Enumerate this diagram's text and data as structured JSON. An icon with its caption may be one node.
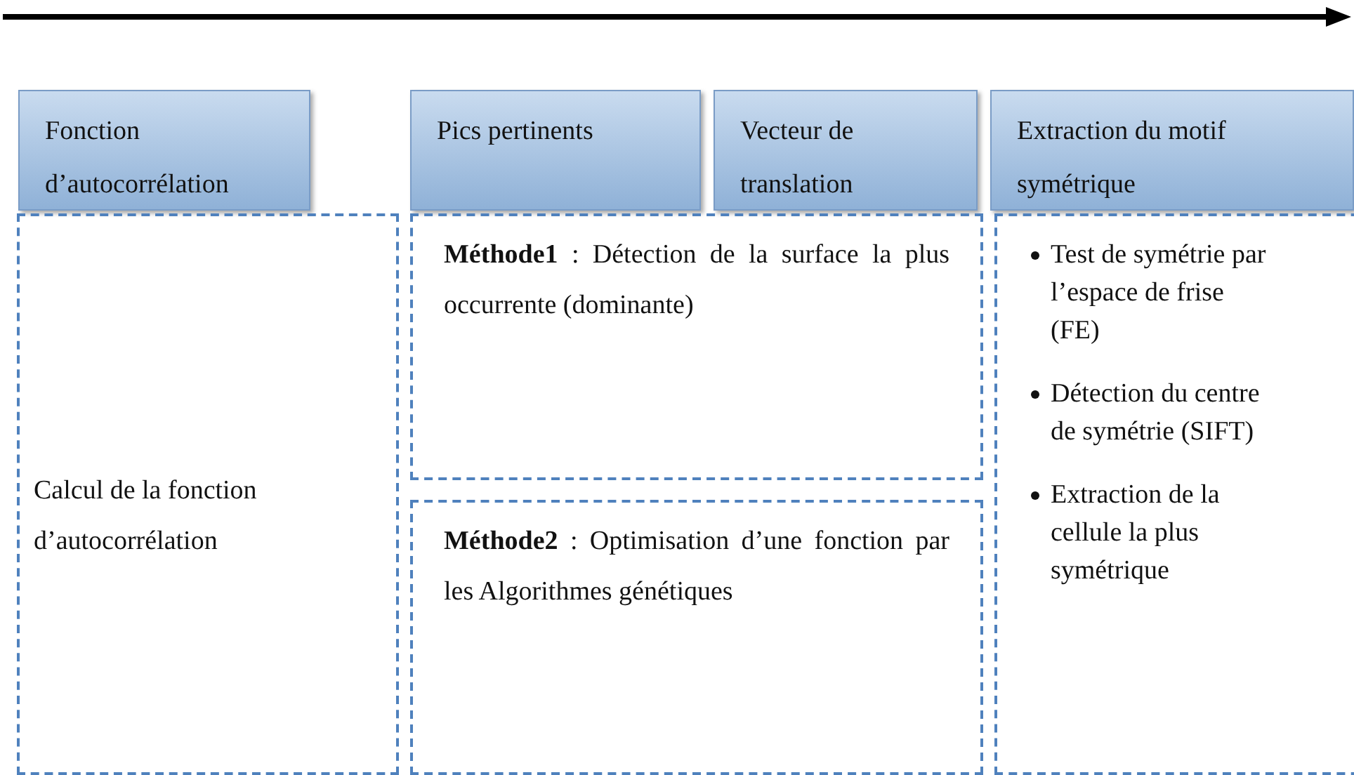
{
  "diagram": {
    "nodes": [
      {
        "text": [
          "Fonction d’autocorrélation"
        ]
      },
      {
        "text": [
          "Pics pertinents"
        ]
      },
      {
        "text": [
          "Vecteur de translation"
        ]
      },
      {
        "text": [
          "Extraction du motif symétrique"
        ]
      },
      {
        "text": [
          "Calcul de la fonction d’autocorrélation"
        ]
      },
      {
        "text": [
          "**Méthode1** : Détection de la surface la plus occurrente (dominante)"
        ]
      },
      {
        "text": [
          "**Méthode2** : Optimisation d’une fonction par les Algorithmes génétiques"
        ]
      },
      {
        "text": [
          "Test de symétrie par l’espace de frise (FE)",
          "Détection du centre de symétrie (SIFT)",
          "Extraction de la cellule la plus symétrique"
        ]
      }
    ],
    "edges": []
  }
}
